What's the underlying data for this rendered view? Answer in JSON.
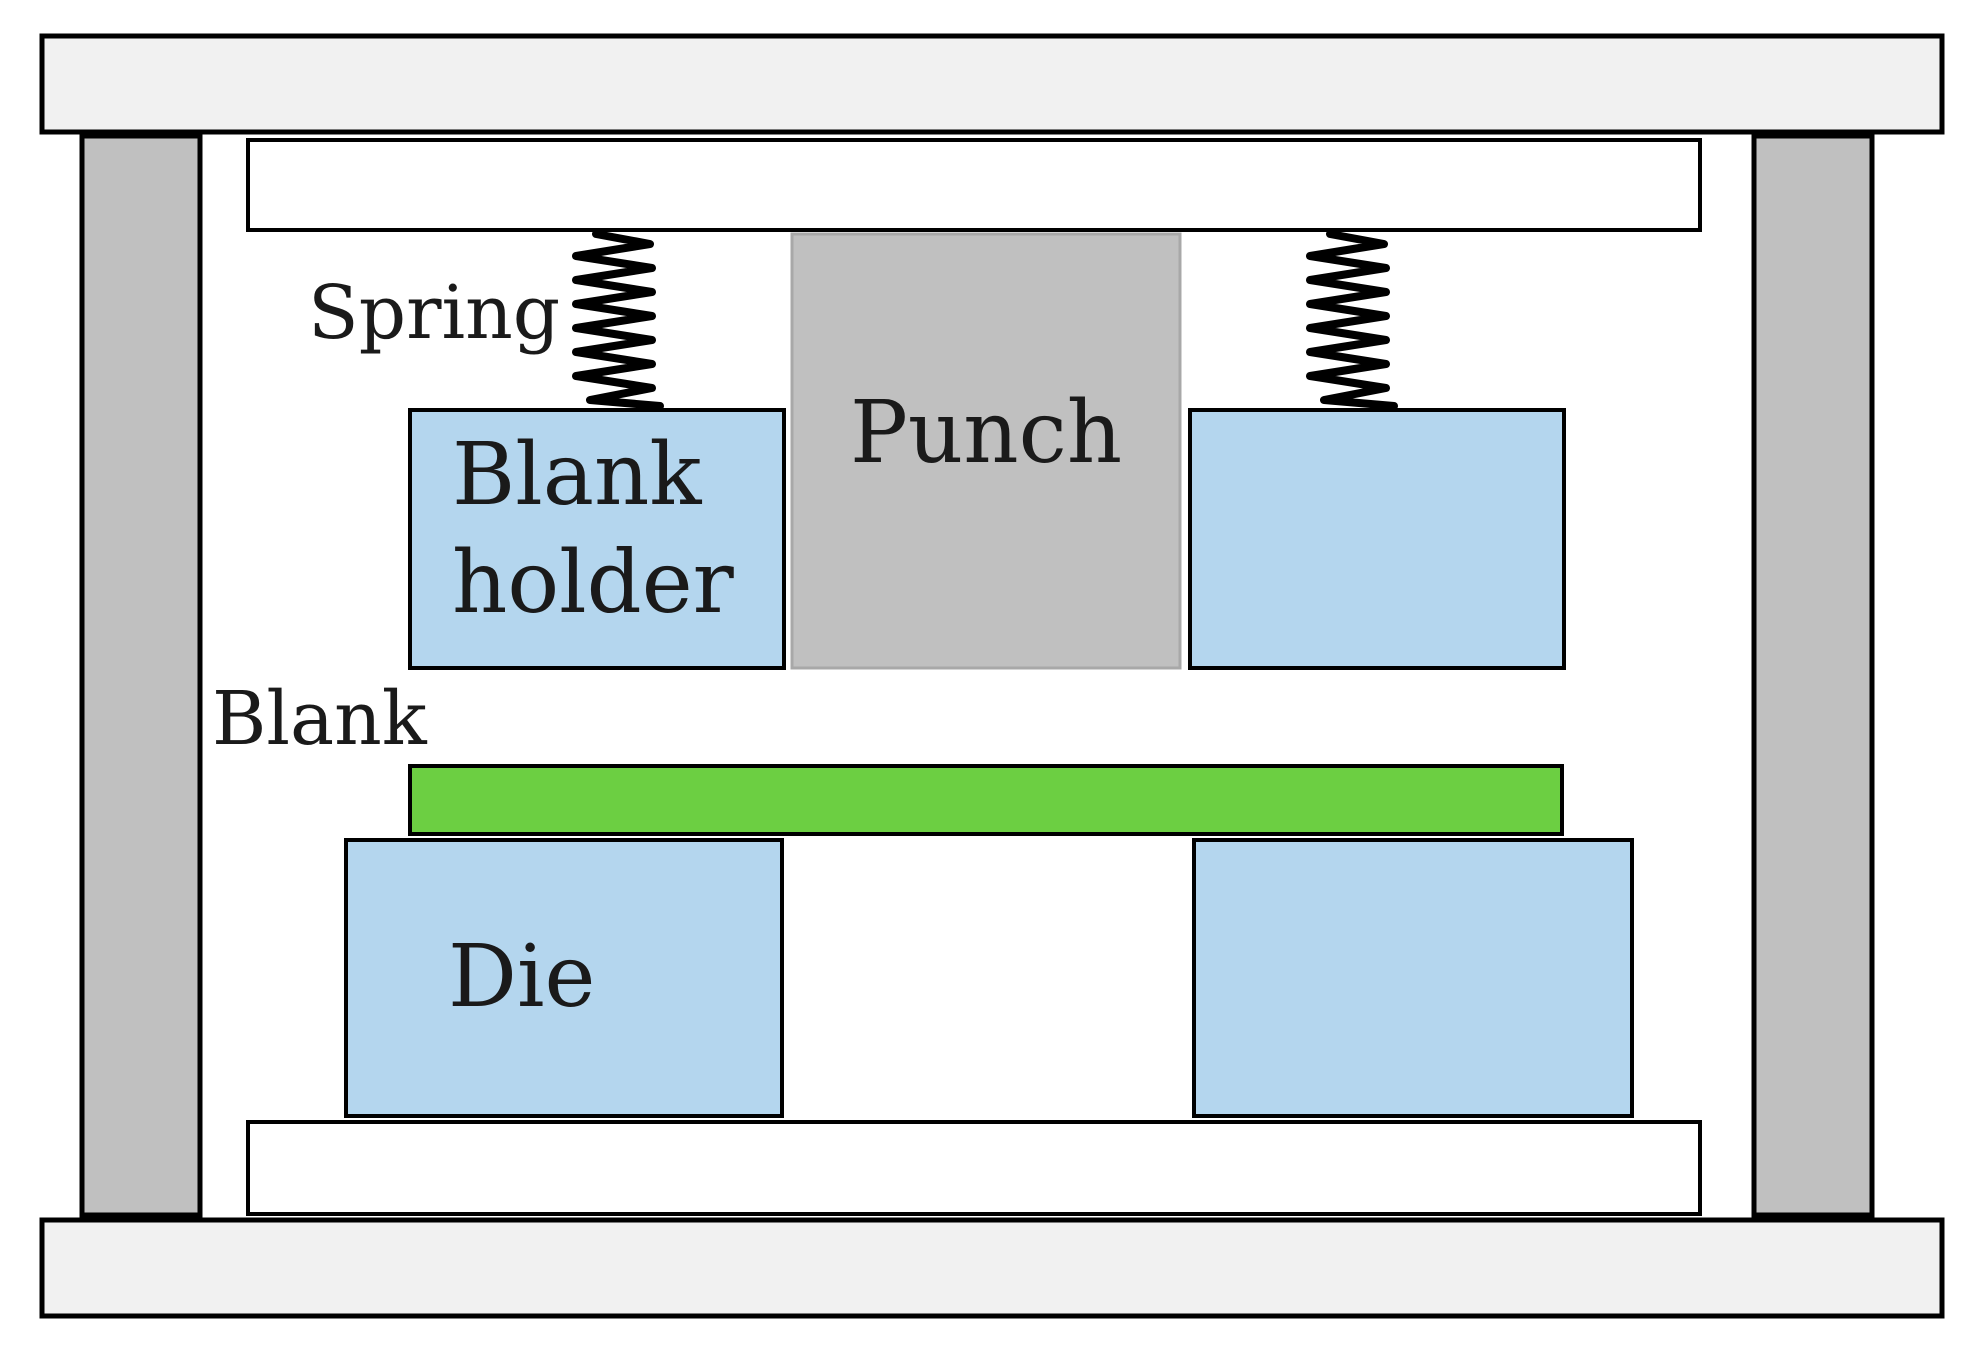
{
  "labels": {
    "spring": "Spring",
    "punch": "Punch",
    "blank_holder_line1": "Blank",
    "blank_holder_line2": "holder",
    "blank": "Blank",
    "die": "Die"
  },
  "colors": {
    "plate": "#f1f1f1",
    "pillar": "#c0c0c0",
    "punch": "#c0c0c0",
    "holder": "#b4d6ee",
    "die": "#b4d6ee",
    "blank": "#6ccf42",
    "stroke": "#000000"
  }
}
